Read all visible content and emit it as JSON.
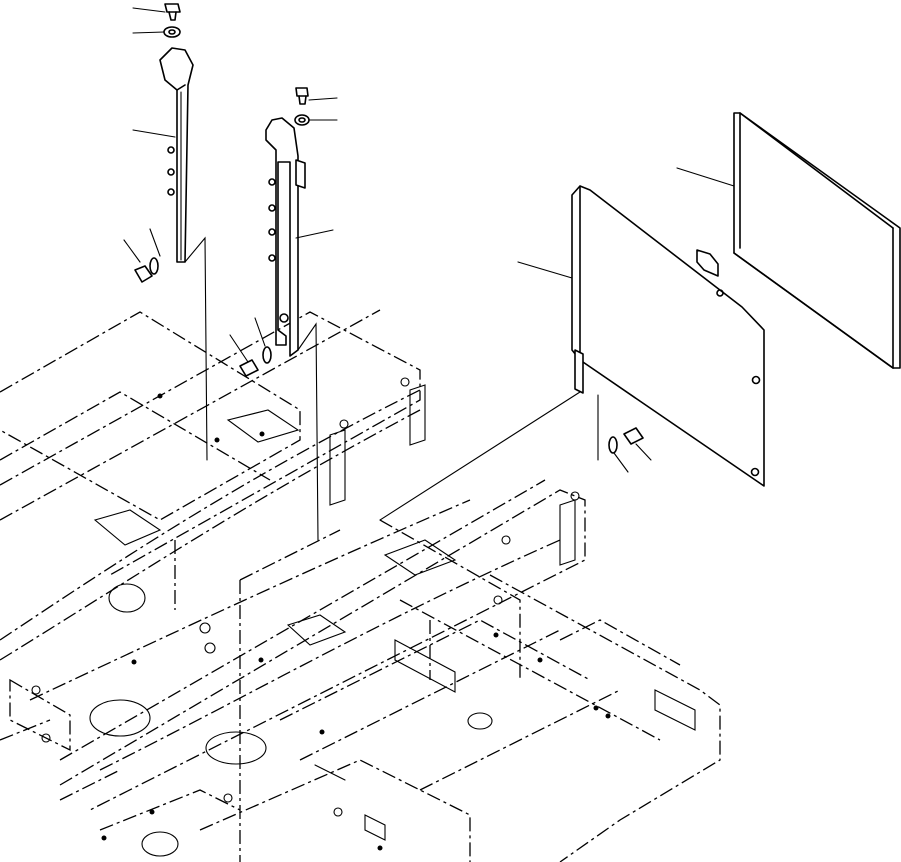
{
  "diagram": {
    "type": "exploded-parts-view",
    "line_color": "#000000",
    "background": "#ffffff",
    "parts": [
      {
        "id": "bolt-1",
        "icon": "bolt-icon"
      },
      {
        "id": "washer-1",
        "icon": "washer-icon"
      },
      {
        "id": "bracket-left",
        "icon": "bracket-icon"
      },
      {
        "id": "bolt-2",
        "icon": "bolt-icon"
      },
      {
        "id": "washer-2",
        "icon": "washer-icon"
      },
      {
        "id": "bracket-center",
        "icon": "bracket-icon"
      },
      {
        "id": "bolt-3",
        "icon": "bolt-icon"
      },
      {
        "id": "washer-3",
        "icon": "washer-icon"
      },
      {
        "id": "bolt-4",
        "icon": "bolt-icon"
      },
      {
        "id": "washer-4",
        "icon": "washer-icon"
      },
      {
        "id": "side-cover",
        "icon": "cover-plate-icon"
      },
      {
        "id": "insulation-pad",
        "icon": "pad-icon"
      },
      {
        "id": "bolt-5",
        "icon": "bolt-icon"
      },
      {
        "id": "washer-5",
        "icon": "washer-icon"
      },
      {
        "id": "frame",
        "icon": "frame-icon"
      }
    ]
  }
}
